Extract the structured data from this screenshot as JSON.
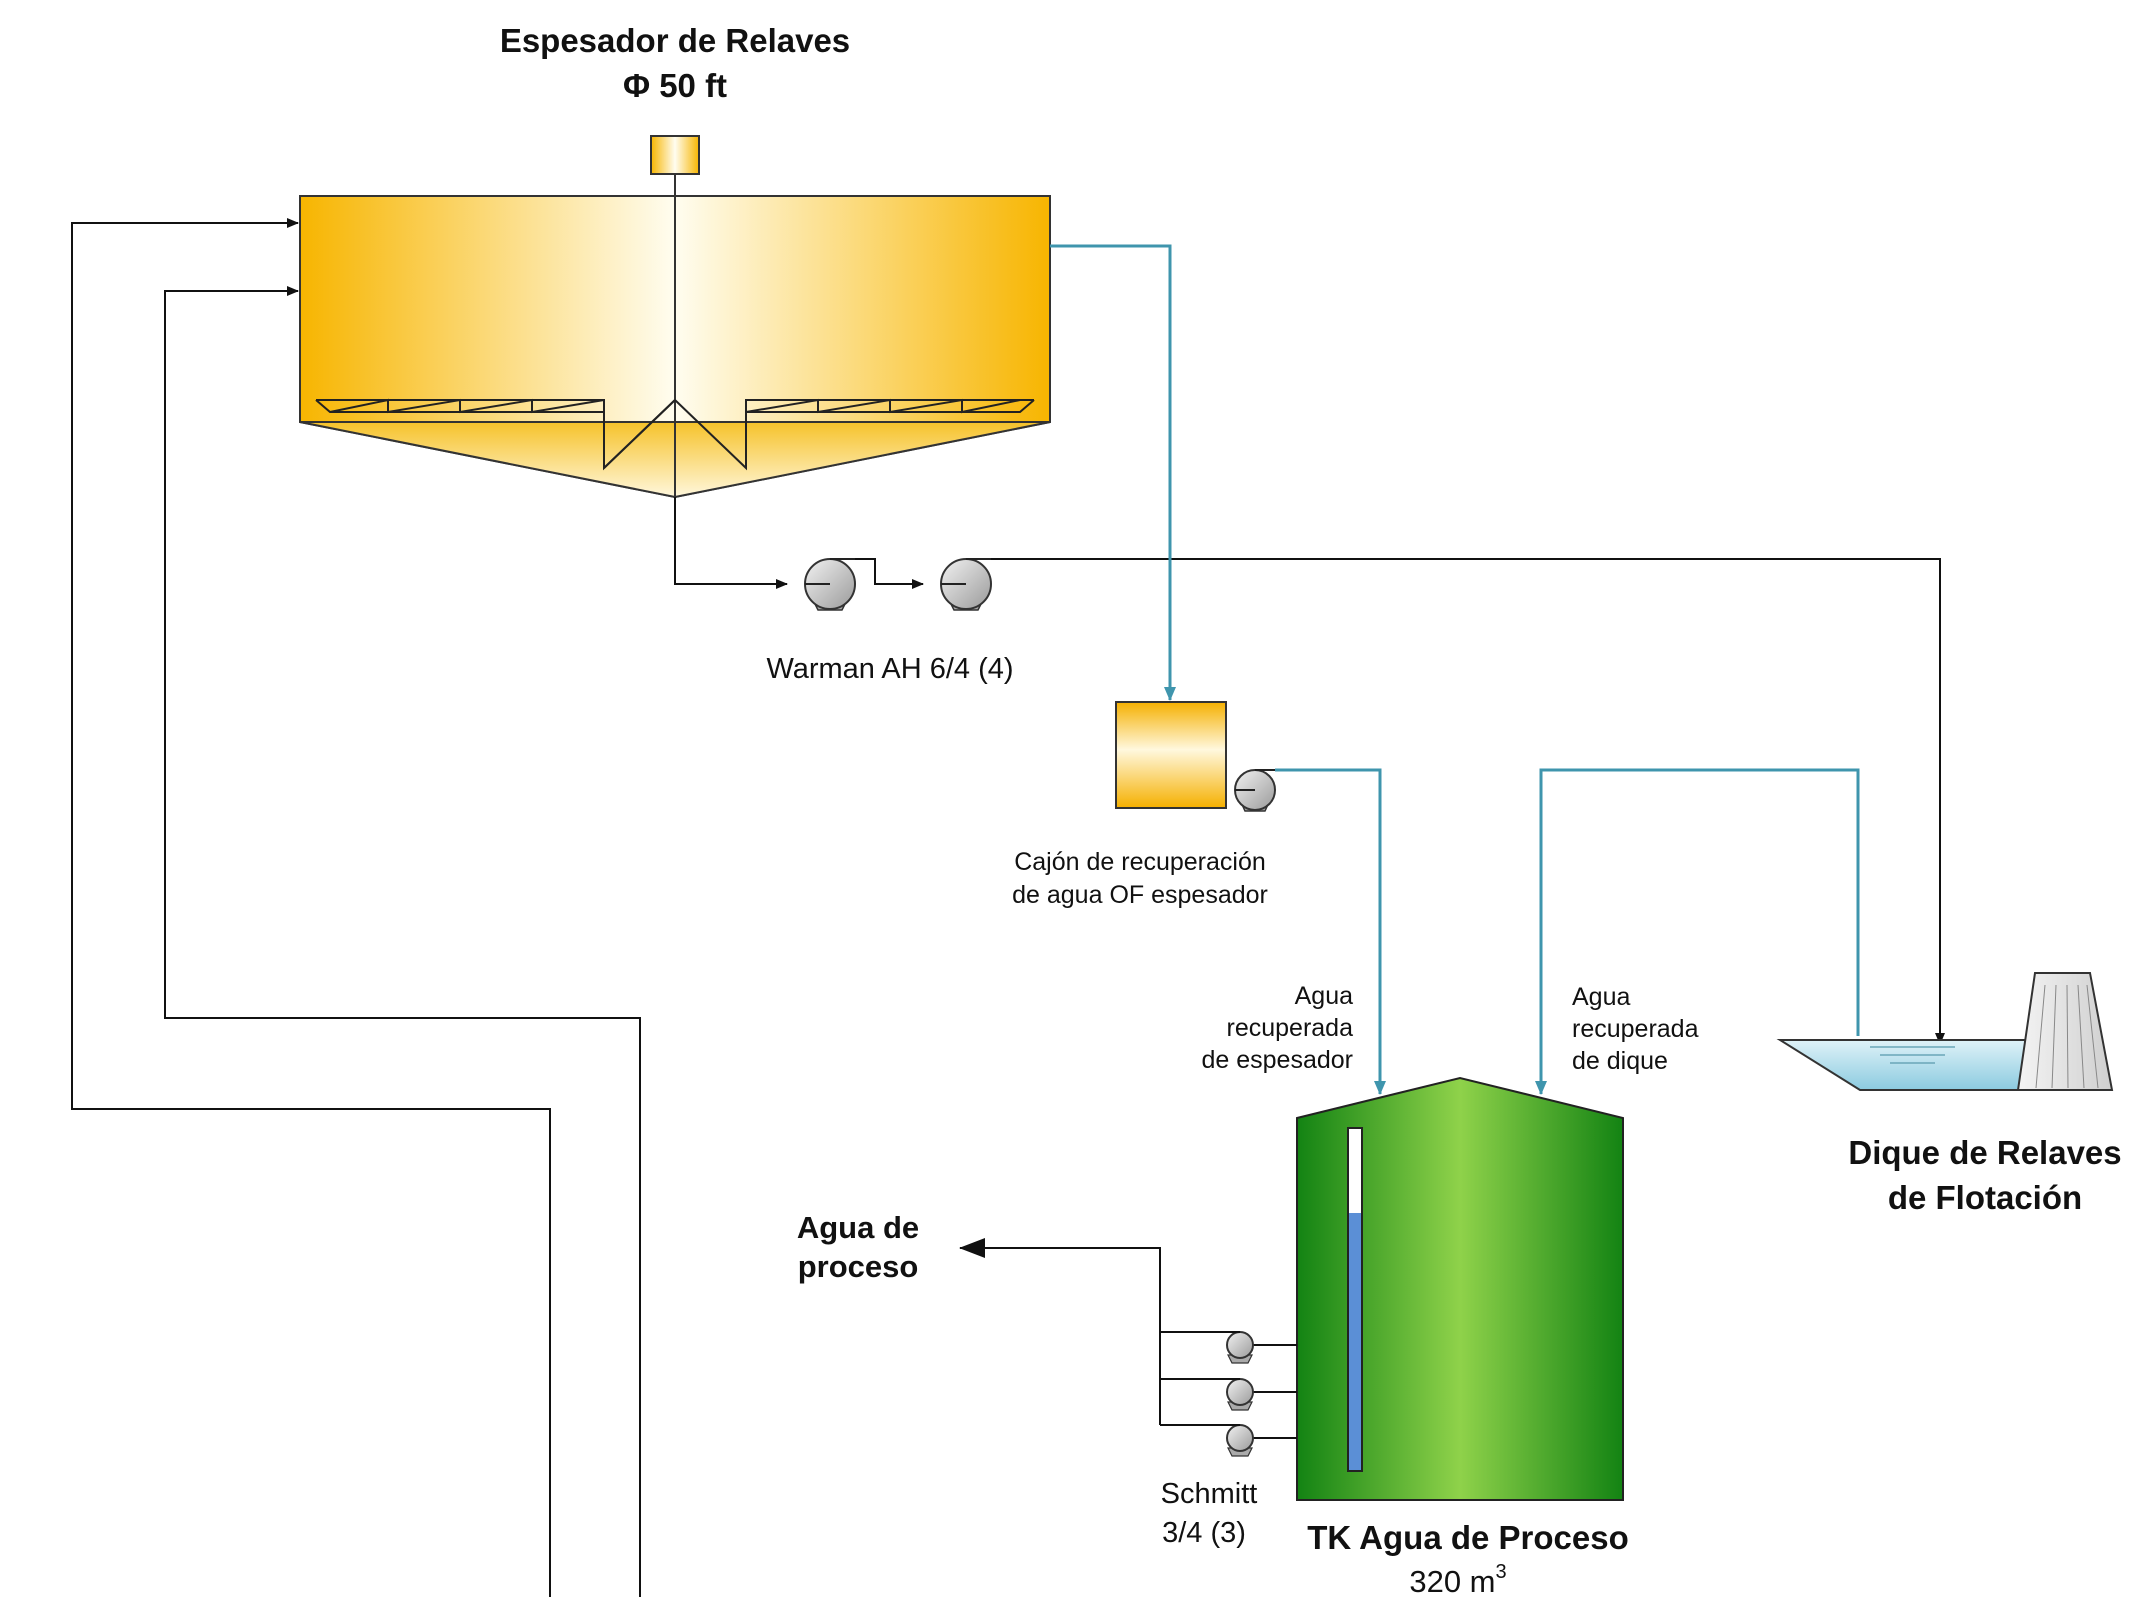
{
  "colors": {
    "tank_gold": "#f5b800",
    "tank_gold_light": "#fffbe8",
    "tank_green": "#168a16",
    "tank_green_light": "#8fd24a",
    "water_line": "#3f95ad",
    "process_line": "#111111",
    "pond_water": "#a8d8e8",
    "level_blue": "#5b8fd6",
    "pump_grey": "#c8c8c8"
  },
  "thickener": {
    "title": "Espesador de Relaves",
    "size": "Φ 50 ft"
  },
  "underflow_pumps": {
    "label": "Warman AH 6/4 (4)"
  },
  "recovery_box": {
    "label_line1": "Cajón de recuperación",
    "label_line2": "de agua OF espesador"
  },
  "stream_thickener_water": {
    "line1": "Agua",
    "line2": "recuperada",
    "line3": "de espesador"
  },
  "stream_dam_water": {
    "line1": "Agua",
    "line2": "recuperada",
    "line3": "de dique"
  },
  "tailings_dam": {
    "line1": "Dique de Relaves",
    "line2": "de Flotación"
  },
  "process_water_out": {
    "line1": "Agua de",
    "line2": "proceso"
  },
  "process_pumps": {
    "line1": "Schmitt",
    "line2": "3/4 (3)"
  },
  "process_tank": {
    "title": "TK Agua de Proceso",
    "capacity": "320 m",
    "capacity_exp": "3"
  }
}
